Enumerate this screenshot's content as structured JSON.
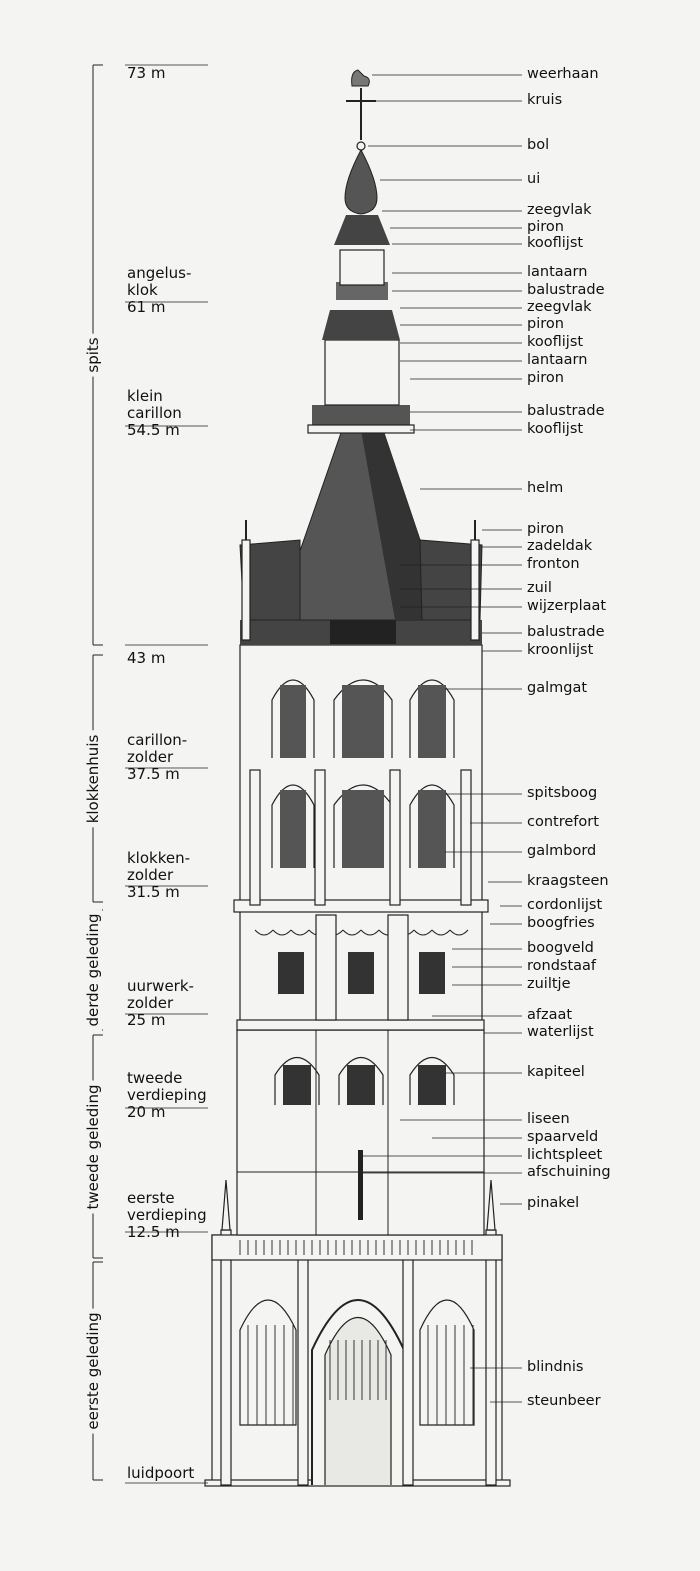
{
  "right_labels": [
    "weerhaan",
    "kruis",
    "bol",
    "ui",
    "zeegvlak",
    "piron",
    "kooflijst",
    "lantaarn",
    "balustrade",
    "zeegvlak",
    "piron",
    "kooflijst",
    "lantaarn",
    "piron",
    "balustrade",
    "kooflijst",
    "helm",
    "piron",
    "zadeldak",
    "fronton",
    "zuil",
    "wijzerplaat",
    "balustrade",
    "kroonlijst",
    "galmgat",
    "spitsboog",
    "contrefort",
    "galmbord",
    "kraagsteen",
    "cordonlijst",
    "boogfries",
    "boogveld",
    "rondstaaf",
    "zuiltje",
    "afzaat",
    "waterlijst",
    "kapiteel",
    "liseen",
    "spaarveld",
    "lichtspleet",
    "afschuining",
    "pinakel",
    "blindnis",
    "steunbeer"
  ],
  "levels": [
    {
      "name": "",
      "height": "73 m"
    },
    {
      "name": "angelus-\nklok",
      "height": "61 m"
    },
    {
      "name": "klein\ncarillon",
      "height": "54.5 m"
    },
    {
      "name": "",
      "height": "43 m"
    },
    {
      "name": "carillon-\nzolder",
      "height": "37.5 m"
    },
    {
      "name": "klokken-\nzolder",
      "height": "31.5 m"
    },
    {
      "name": "uurwerk-\nzolder",
      "height": "25 m"
    },
    {
      "name": "tweede\nverdieping",
      "height": "20 m"
    },
    {
      "name": "eerste\nverdieping",
      "height": "12.5 m"
    },
    {
      "name": "luidpoort",
      "height": ""
    }
  ],
  "sections": [
    "spits",
    "klokkenhuis",
    "derde geleding",
    "tweede geleding",
    "eerste geleding"
  ]
}
